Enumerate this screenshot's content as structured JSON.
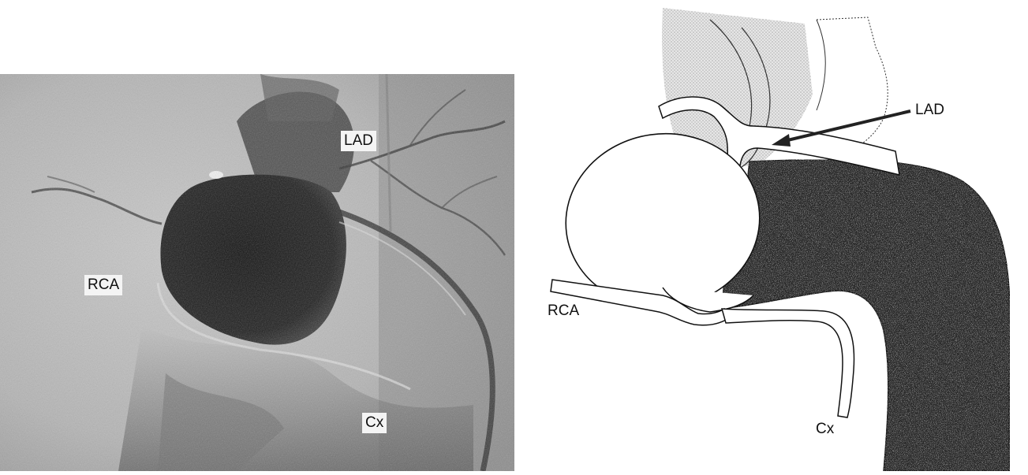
{
  "angiogram": {
    "labels": {
      "lad": "LAD",
      "rca": "RCA",
      "cx": "Cx"
    }
  },
  "schematic": {
    "labels": {
      "lad": "LAD",
      "rca": "RCA",
      "cx": "Cx"
    }
  }
}
